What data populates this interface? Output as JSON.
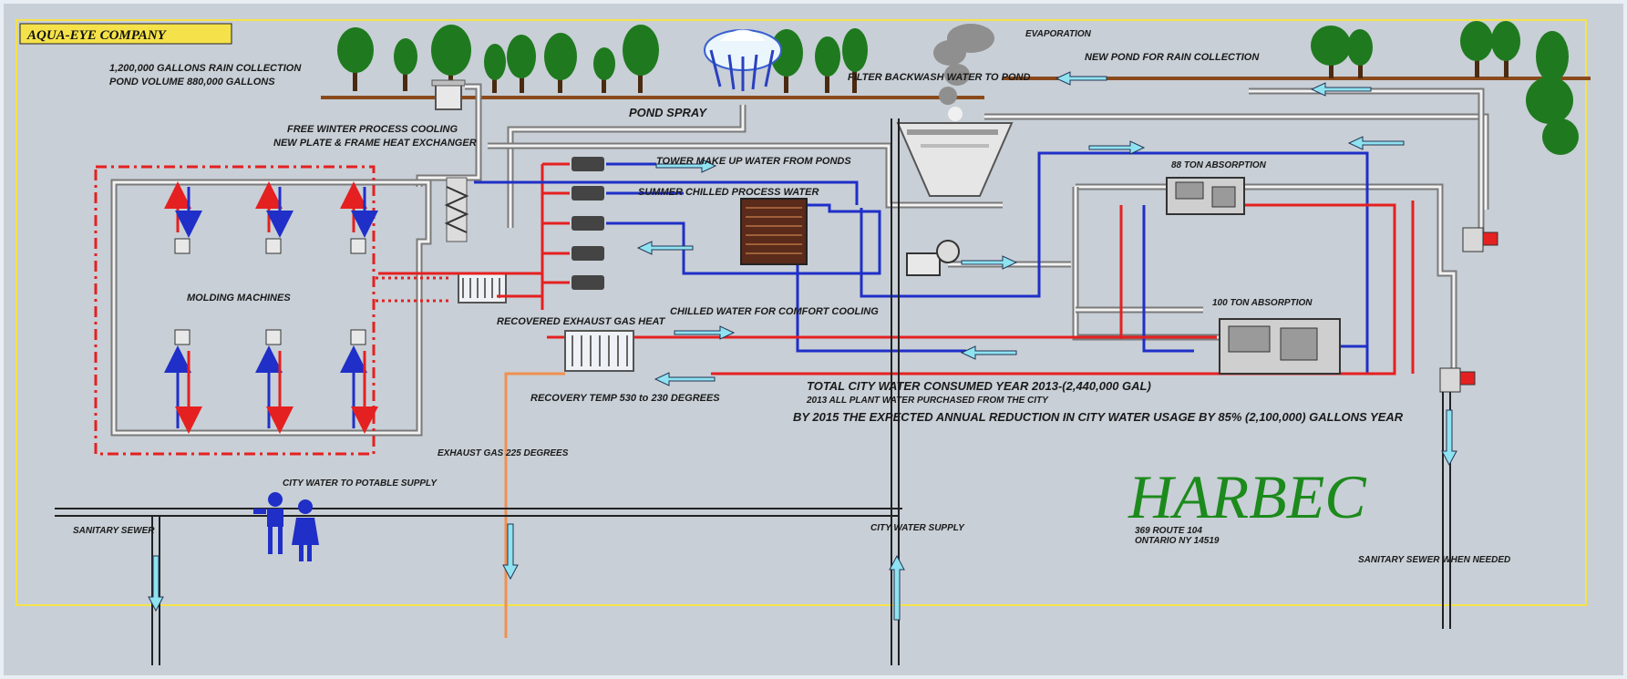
{
  "company": "AQUA-EYE COMPANY",
  "labels": {
    "rain_collection": "1,200,000 GALLONS RAIN COLLECTION",
    "pond_volume": "POND VOLUME 880,000 GALLONS",
    "pond_spray": "POND SPRAY",
    "evaporation": "EVAPORATION",
    "new_pond": "NEW POND FOR RAIN COLLECTION",
    "filter_backwash": "FILTER BACKWASH WATER TO POND",
    "free_winter": "FREE WINTER PROCESS COOLING",
    "new_plate": "NEW PLATE & FRAME HEAT EXCHANGER",
    "tower_makeup": "TOWER MAKE UP WATER FROM PONDS",
    "summer_chilled": "SUMMER CHILLED PROCESS WATER",
    "ton88": "88 TON ABSORPTION",
    "ton100": "100 TON ABSORPTION",
    "molding": "MOLDING MACHINES",
    "chilled_comfort": "CHILLED WATER FOR COMFORT COOLING",
    "recovered_exhaust": "RECOVERED EXHAUST GAS HEAT",
    "recovery_temp": "RECOVERY TEMP 530 to 230 DEGREES",
    "total_city": "TOTAL CITY WATER CONSUMED YEAR 2013-(2,440,000 GAL)",
    "all_plant": "2013 ALL PLANT WATER PURCHASED FROM THE CITY",
    "by_2015": "BY 2015 THE EXPECTED ANNUAL REDUCTION IN CITY WATER USAGE BY 85% (2,100,000) GALLONS YEAR",
    "exhaust_gas": "EXHAUST GAS 225 DEGREES",
    "city_potable": "CITY WATER TO POTABLE SUPPLY",
    "sanitary_sewer": "SANITARY SEWER",
    "city_supply": "CITY WATER SUPPLY",
    "sanitary_when": "SANITARY SEWER WHEN NEEDED",
    "harbec": "HARBEC",
    "addr1": "369 ROUTE 104",
    "addr2": "ONTARIO NY 14519"
  },
  "colors": {
    "background": "#c8cfd6",
    "hot_line": "#e52020",
    "cold_line": "#1f2fc8",
    "flow_arrow": "#8fe3f0",
    "exhaust_line": "#f09050",
    "ground": "#8a4a1c",
    "tree": "#1f7a1f",
    "border": "#f5e24a",
    "brand": "#1c8a1c"
  }
}
